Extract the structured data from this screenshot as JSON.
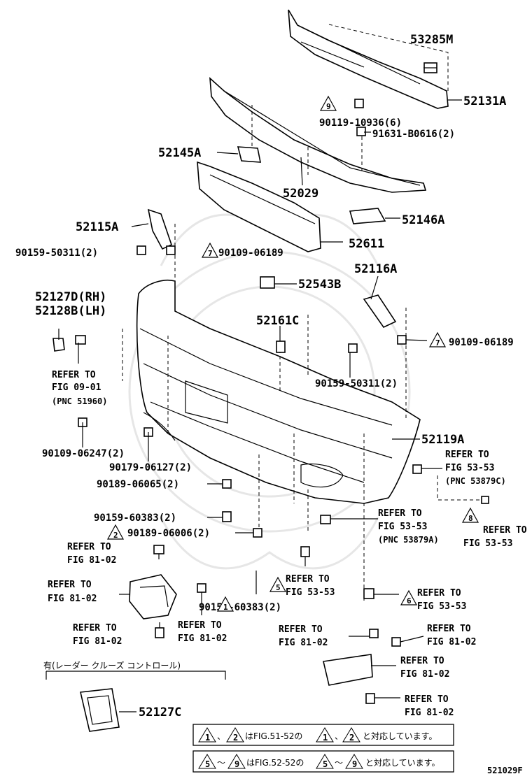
{
  "figure_code": "521029F",
  "part_labels": {
    "p53285M": "53285M",
    "p52131A": "52131A",
    "p90119_10936": "90119-10936(6)",
    "p91631_B0616": "91631-B0616(2)",
    "p52145A": "52145A",
    "p52029": "52029",
    "p52146A": "52146A",
    "p52115A": "52115A",
    "p52611": "52611",
    "p90159_50311_left": "90159-50311(2)",
    "p90109_06189_left": "90109-06189",
    "p52543B": "52543B",
    "p52116A": "52116A",
    "p52127D": "52127D(RH)",
    "p52128B": "52128B(LH)",
    "p52161C": "52161C",
    "p90109_06189_right": "90109-06189",
    "p90159_50311_right": "90159-50311(2)",
    "p52119A": "52119A",
    "p90109_06247": "90109-06247(2)",
    "p90179_06127": "90179-06127(2)",
    "p90189_06065": "90189-06065(2)",
    "p90159_60383_a": "90159-60383(2)",
    "p90189_06006": "90189-06006(2)",
    "p90159_60383_b": "90159-60383(2)",
    "p52127C": "52127C"
  },
  "triangle_marks": {
    "t9": "9",
    "t7a": "7",
    "t7b": "7",
    "t8": "8",
    "t2": "2",
    "t1": "1",
    "t5": "5",
    "t6": "6"
  },
  "refer": {
    "refer_to": "REFER TO",
    "fig_09_01": "FIG 09-01",
    "pnc_51960": "(PNC 51960)",
    "fig_53_53": "FIG 53-53",
    "pnc_53879C": "(PNC 53879C)",
    "pnc_53879A": "(PNC 53879A)",
    "fig_81_02": "FIG 81-02"
  },
  "option_caption": "有(レーダー クルーズ コントロール)",
  "notes": {
    "note1_prefix": "、",
    "note1_mid": "はFIG.51-52の",
    "note1_sep": "、",
    "note1_suffix": "と対応しています。",
    "note1_a": "1",
    "note1_b": "2",
    "note2_prefix": "～",
    "note2_mid": "はFIG.52-52の",
    "note2_sep": "～",
    "note2_suffix": "と対応しています。",
    "note2_a": "5",
    "note2_b": "9"
  }
}
